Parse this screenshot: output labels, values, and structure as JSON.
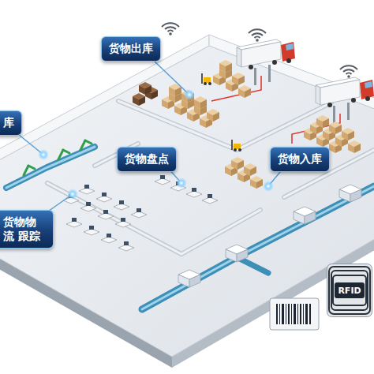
{
  "diagram": {
    "nodes": [
      {
        "text": [
          "货物出库"
        ]
      },
      {
        "text": [
          "库"
        ]
      },
      {
        "text": [
          "货物盘点"
        ]
      },
      {
        "text": [
          "货物入库"
        ]
      },
      {
        "text": [
          "货物物流 跟踪"
        ]
      },
      {
        "text": [
          "RFID"
        ]
      }
    ]
  }
}
